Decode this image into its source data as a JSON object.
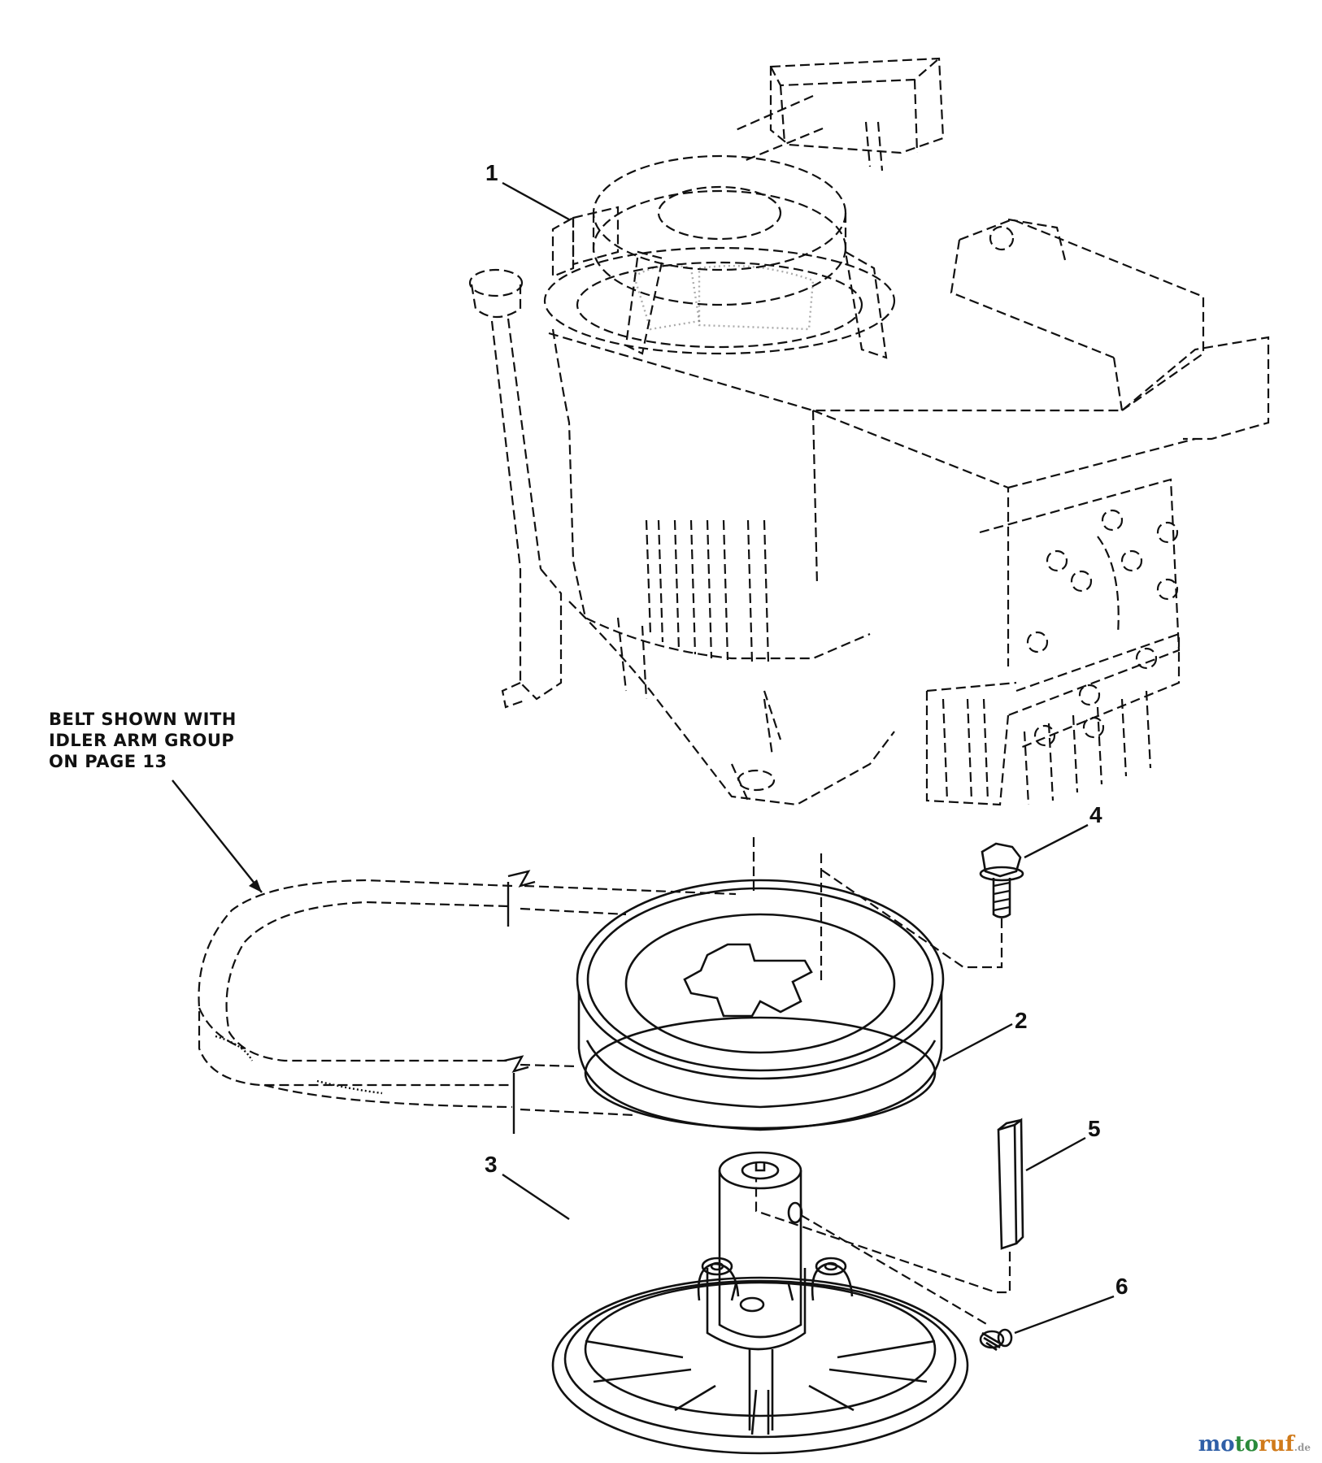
{
  "diagram": {
    "note_lines": [
      "BELT SHOWN WITH",
      "IDLER ARM GROUP",
      "ON PAGE 13"
    ],
    "callouts": [
      {
        "id": "engine",
        "label": "1"
      },
      {
        "id": "pulley",
        "label": "2"
      },
      {
        "id": "hub",
        "label": "3"
      },
      {
        "id": "bolt",
        "label": "4"
      },
      {
        "id": "key",
        "label": "5"
      },
      {
        "id": "setscrew",
        "label": "6"
      }
    ]
  },
  "watermark": {
    "part1": "mo",
    "part2": "to",
    "part3": "ruf",
    "suffix": ".de"
  },
  "colors": {
    "line": "#111111",
    "background": "#ffffff"
  }
}
